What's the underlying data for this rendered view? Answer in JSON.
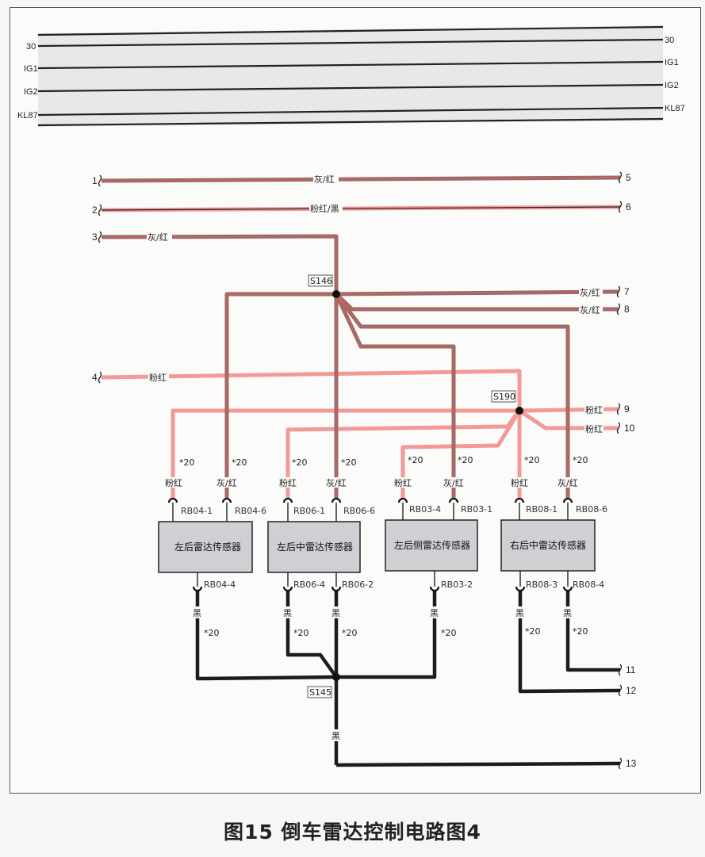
{
  "caption": "图15  倒车雷达控制电路图4",
  "bus_lines": [
    "30",
    "IG1",
    "IG2",
    "KL87"
  ],
  "connectors": [
    "1",
    "2",
    "3",
    "4",
    "5",
    "6",
    "7",
    "8",
    "9",
    "10",
    "11",
    "12",
    "13"
  ],
  "wire_colors": {
    "gray_red": "灰/红",
    "pink_black": "粉红/黑",
    "pink_red": "粉红",
    "black": "黑"
  },
  "splices": [
    "S146",
    "S190",
    "S145"
  ],
  "size_label": "*20",
  "sensors": [
    {
      "name": "左后雷达传感器",
      "pins_top": [
        "RB04-1",
        "RB04-6"
      ],
      "pins_bottom": [
        "RB04-4"
      ]
    },
    {
      "name": "左后中雷达传感器",
      "pins_top": [
        "RB06-1",
        "RB06-6"
      ],
      "pins_bottom": [
        "RB06-4",
        "RB06-2"
      ]
    },
    {
      "name": "左后侧雷达传感器",
      "pins_top": [
        "RB03-4",
        "RB03-1"
      ],
      "pins_bottom": [
        "RB03-2"
      ]
    },
    {
      "name": "右后中雷达传感器",
      "pins_top": [
        "RB08-1",
        "RB08-6"
      ],
      "pins_bottom": [
        "RB08-3",
        "RB08-4"
      ]
    }
  ],
  "colors": {
    "gray_red": "#8d6e6a",
    "gray_red_stripe": "#e05a5a",
    "pink": "#f29a98",
    "black": "#1c1c1c",
    "sensor_fill": "#cfd0d3"
  }
}
